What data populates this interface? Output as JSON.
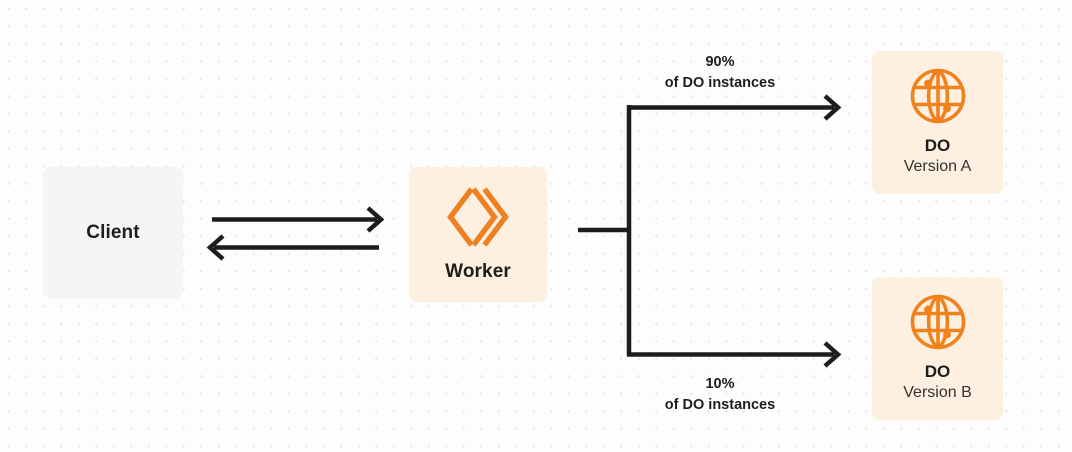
{
  "diagram": {
    "type": "architecture-flow",
    "background": "#fdfdfd",
    "dot_color": "#e9e9ea",
    "accent_color": "#f6821f",
    "line_color": "#1d1d1b",
    "nodes": {
      "client": {
        "label": "Client",
        "fill": "#f5f5f7"
      },
      "worker": {
        "label": "Worker",
        "icon": "cloudflare-workers-icon",
        "fill": "#fdf0e1"
      },
      "do_a": {
        "label": "DO",
        "sublabel": "Version A",
        "icon": "durable-object-globe-icon",
        "fill": "#fdf0e1"
      },
      "do_b": {
        "label": "DO",
        "sublabel": "Version B",
        "icon": "durable-object-globe-icon",
        "fill": "#fdf0e1"
      }
    },
    "edges": {
      "client_to_worker": {
        "direction": "right",
        "label": ""
      },
      "worker_to_client": {
        "direction": "left",
        "label": ""
      },
      "worker_to_do_a": {
        "percent": "90%",
        "description": "of DO instances"
      },
      "worker_to_do_b": {
        "percent": "10%",
        "description": "of DO instances"
      }
    }
  }
}
